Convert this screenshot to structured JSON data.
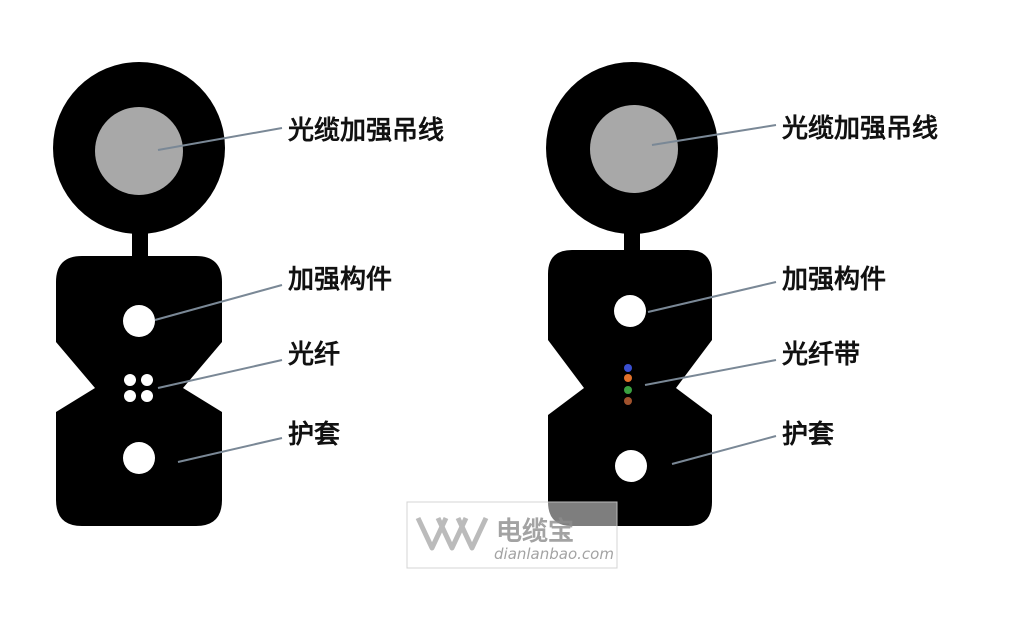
{
  "diagrams": [
    {
      "labels": [
        "光缆加强吊线",
        "加强构件",
        "光纤",
        "护套"
      ],
      "fibers": "four round fibers"
    },
    {
      "labels": [
        "光缆加强吊线",
        "加强构件",
        "光纤带",
        "护套"
      ],
      "fibers": "fiber ribbon",
      "ribbon_colors": [
        "#3a4fd0",
        "#e0702a",
        "#3aa040",
        "#a0522d"
      ]
    }
  ],
  "colors": {
    "jacket": "#000000",
    "messenger_wire": "#a8a8a8",
    "leader_line": "#7a8896",
    "holes": "#ffffff"
  },
  "watermark": {
    "brand": "电缆宝",
    "url": "dianlanbao.com"
  }
}
